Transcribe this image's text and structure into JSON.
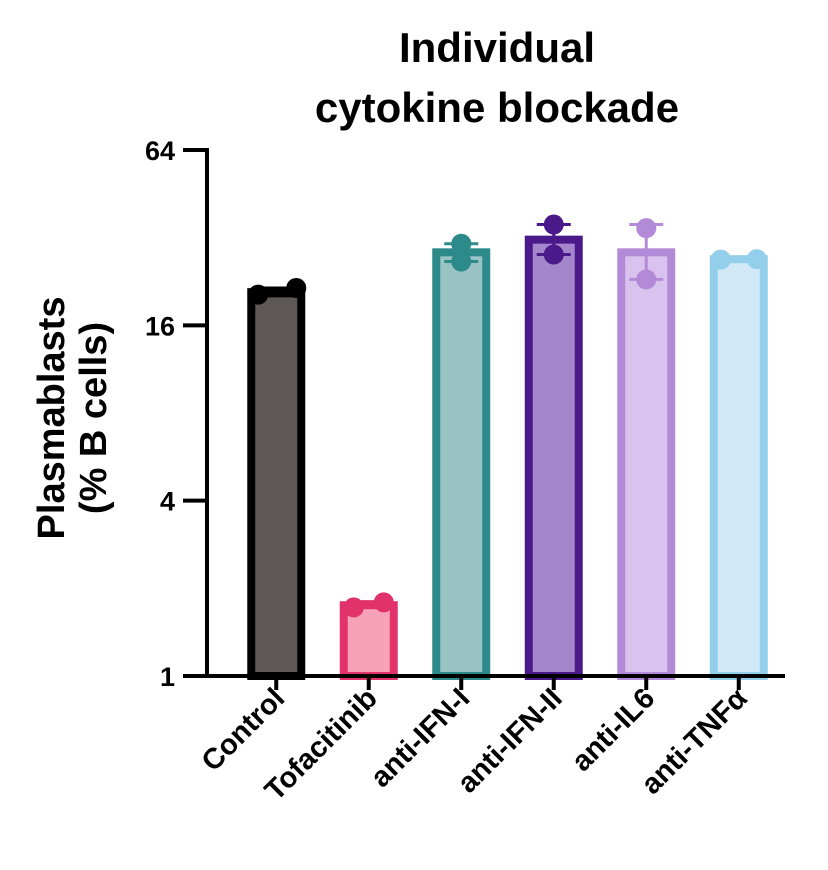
{
  "chart_data": {
    "type": "bar",
    "title": [
      "Individual",
      "cytokine blockade"
    ],
    "ylabel": [
      "Plasmablasts",
      "(% B cells)"
    ],
    "xlabel": "",
    "yscale": "log2",
    "ylim": [
      1,
      64
    ],
    "yticks": [
      1,
      4,
      16,
      64
    ],
    "ytick_labels": [
      "1",
      "4",
      "16",
      "64"
    ],
    "categories": [
      "Control",
      "Tofacitinib",
      "anti-IFN-I",
      "anti-IFN-II",
      "anti-IL6",
      "anti-TNFα"
    ],
    "values": [
      20.8,
      1.75,
      28.5,
      31.5,
      28.5,
      27.0
    ],
    "error": [
      [
        20.2,
        21.5
      ],
      [
        1.73,
        1.8
      ],
      [
        26.5,
        30.5
      ],
      [
        28.0,
        35.5
      ],
      [
        23.0,
        35.5
      ],
      [
        26.9,
        27.2
      ]
    ],
    "points": [
      [
        20.4,
        21.5
      ],
      [
        1.72,
        1.79
      ],
      [
        26.5,
        30.5
      ],
      [
        28.0,
        35.5
      ],
      [
        23.0,
        34.5
      ],
      [
        26.9,
        27.0
      ]
    ],
    "colors": {
      "fill": [
        "#5e5856",
        "#f7a2b8",
        "#9ac3c5",
        "#a585cc",
        "#d9c2ee",
        "#d1e8f7"
      ],
      "edge": [
        "#000000",
        "#e2326c",
        "#2d8a8a",
        "#4b1a8a",
        "#b38ad8",
        "#93cfea"
      ]
    },
    "grid": false
  }
}
